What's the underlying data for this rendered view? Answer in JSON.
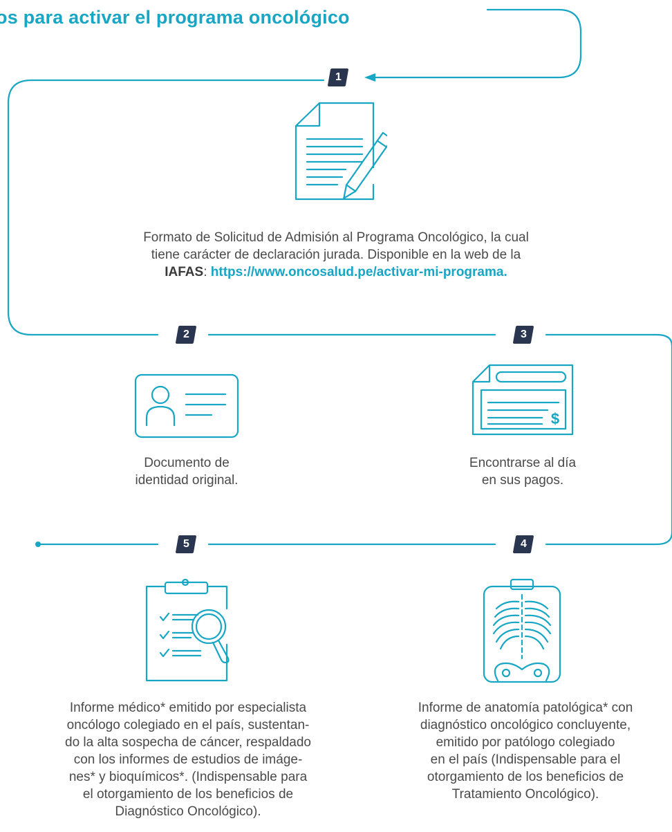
{
  "title": "os para activar el programa oncológico",
  "steps": [
    {
      "number": "1",
      "icon": "document-pen-icon",
      "line1": "Formato de Solicitud de Admisión al Programa Oncológico, la cual",
      "line2": "tiene carácter de declaración jurada. Disponible en la web de la",
      "entity": "IAFAS",
      "sep": ": ",
      "url": "https://www.oncosalud.pe/activar-mi-programa."
    },
    {
      "number": "2",
      "icon": "id-card-icon",
      "lines": [
        "Documento de",
        "identidad original."
      ]
    },
    {
      "number": "3",
      "icon": "payment-check-icon",
      "lines": [
        "Encontrarse al día",
        "en sus pagos."
      ]
    },
    {
      "number": "4",
      "icon": "xray-clipboard-icon",
      "lines": [
        "Informe de anatomía patológica* con",
        "diagnóstico oncológico concluyente,",
        "emitido por patólogo colegiado",
        "en el país (Indispensable para el",
        "otorgamiento de los beneficios de",
        "Tratamiento Oncológico)."
      ]
    },
    {
      "number": "5",
      "icon": "checklist-magnifier-icon",
      "lines": [
        "Informe médico* emitido por especialista",
        "oncólogo colegiado en el país, sustentan-",
        "do la alta sospecha de cáncer, respaldado",
        "con los informes de estudios de imáge-",
        "nes* y bioquímicos*. (Indispensable para",
        "el otorgamiento de los beneficios de",
        "Diagnóstico Oncológico)."
      ]
    }
  ],
  "colors": {
    "accent": "#17a6c4",
    "badge": "#2a3550",
    "text": "#4a4a4a"
  }
}
